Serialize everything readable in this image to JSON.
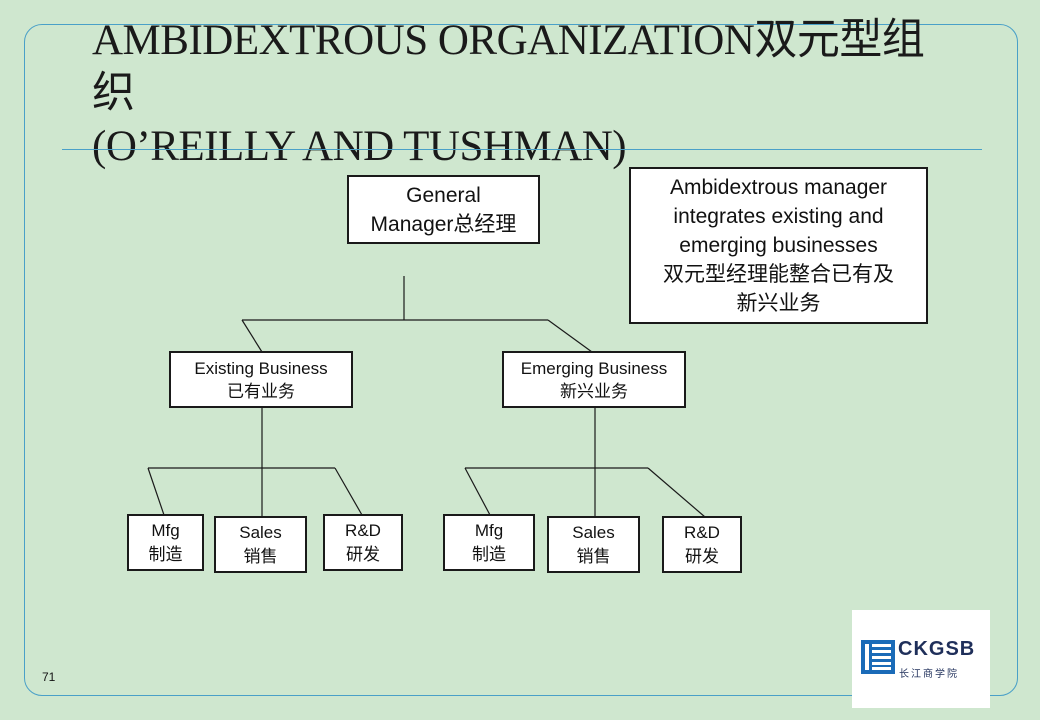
{
  "slide": {
    "title": "AMBIDEXTROUS ORGANIZATION双元型组\n织\n(O’REILLY AND TUSHMAN)",
    "page_number": "71"
  },
  "chart": {
    "general_manager": {
      "line1": "General",
      "line2": "Manager总经理"
    },
    "note": {
      "lines": [
        "Ambidextrous manager",
        "integrates existing and",
        "emerging businesses",
        "双元型经理能整合已有及",
        "新兴业务"
      ]
    },
    "existing": {
      "en": "Existing Business",
      "zh": "已有业务",
      "units": [
        {
          "en": "Mfg",
          "zh": "制造"
        },
        {
          "en": "Sales",
          "zh": "销售"
        },
        {
          "en": "R&D",
          "zh": "研发"
        }
      ]
    },
    "emerging": {
      "en": "Emerging Business",
      "zh": "新兴业务",
      "units": [
        {
          "en": "Mfg",
          "zh": "制造"
        },
        {
          "en": "Sales",
          "zh": "销售"
        },
        {
          "en": "R&D",
          "zh": "研发"
        }
      ]
    }
  },
  "logo": {
    "text": "CKGSB",
    "sub": "长江商学院"
  }
}
